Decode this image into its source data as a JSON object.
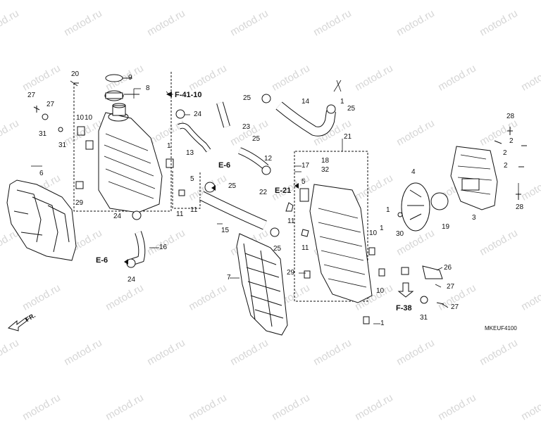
{
  "watermark": "motod.ru",
  "part_code": "MKEUF4100",
  "front_label": "FR.",
  "refs": {
    "f4110": "F-41-10",
    "e6a": "E-6",
    "e6b": "E-6",
    "e21": "E-21",
    "f38": "F-38"
  },
  "callouts": {
    "c1a": "1",
    "c1b": "1",
    "c1c": "1",
    "c1d": "1",
    "c1e": "1",
    "c2a": "2",
    "c2b": "2",
    "c2c": "2",
    "c3": "3",
    "c4": "4",
    "c5a": "5",
    "c5b": "5",
    "c6": "6",
    "c7": "7",
    "c8": "8",
    "c9": "9",
    "c10a": "10",
    "c10b": "10",
    "c10c": "10",
    "c10d": "10",
    "c11a": "11",
    "c11b": "11",
    "c11c": "11",
    "c11d": "11",
    "c12": "12",
    "c13": "13",
    "c14": "14",
    "c15": "15",
    "c16": "16",
    "c17": "17",
    "c18": "18",
    "c19": "19",
    "c20": "20",
    "c21": "21",
    "c22": "22",
    "c23": "23",
    "c24a": "24",
    "c24b": "24",
    "c24c": "24",
    "c25a": "25",
    "c25b": "25",
    "c25c": "25",
    "c25d": "25",
    "c25e": "25",
    "c26": "26",
    "c27a": "27",
    "c27b": "27",
    "c27c": "27",
    "c27d": "27",
    "c28a": "28",
    "c28b": "28",
    "c29a": "29",
    "c29b": "29",
    "c30": "30",
    "c31a": "31",
    "c31b": "31",
    "c31c": "31",
    "c32": "32"
  }
}
